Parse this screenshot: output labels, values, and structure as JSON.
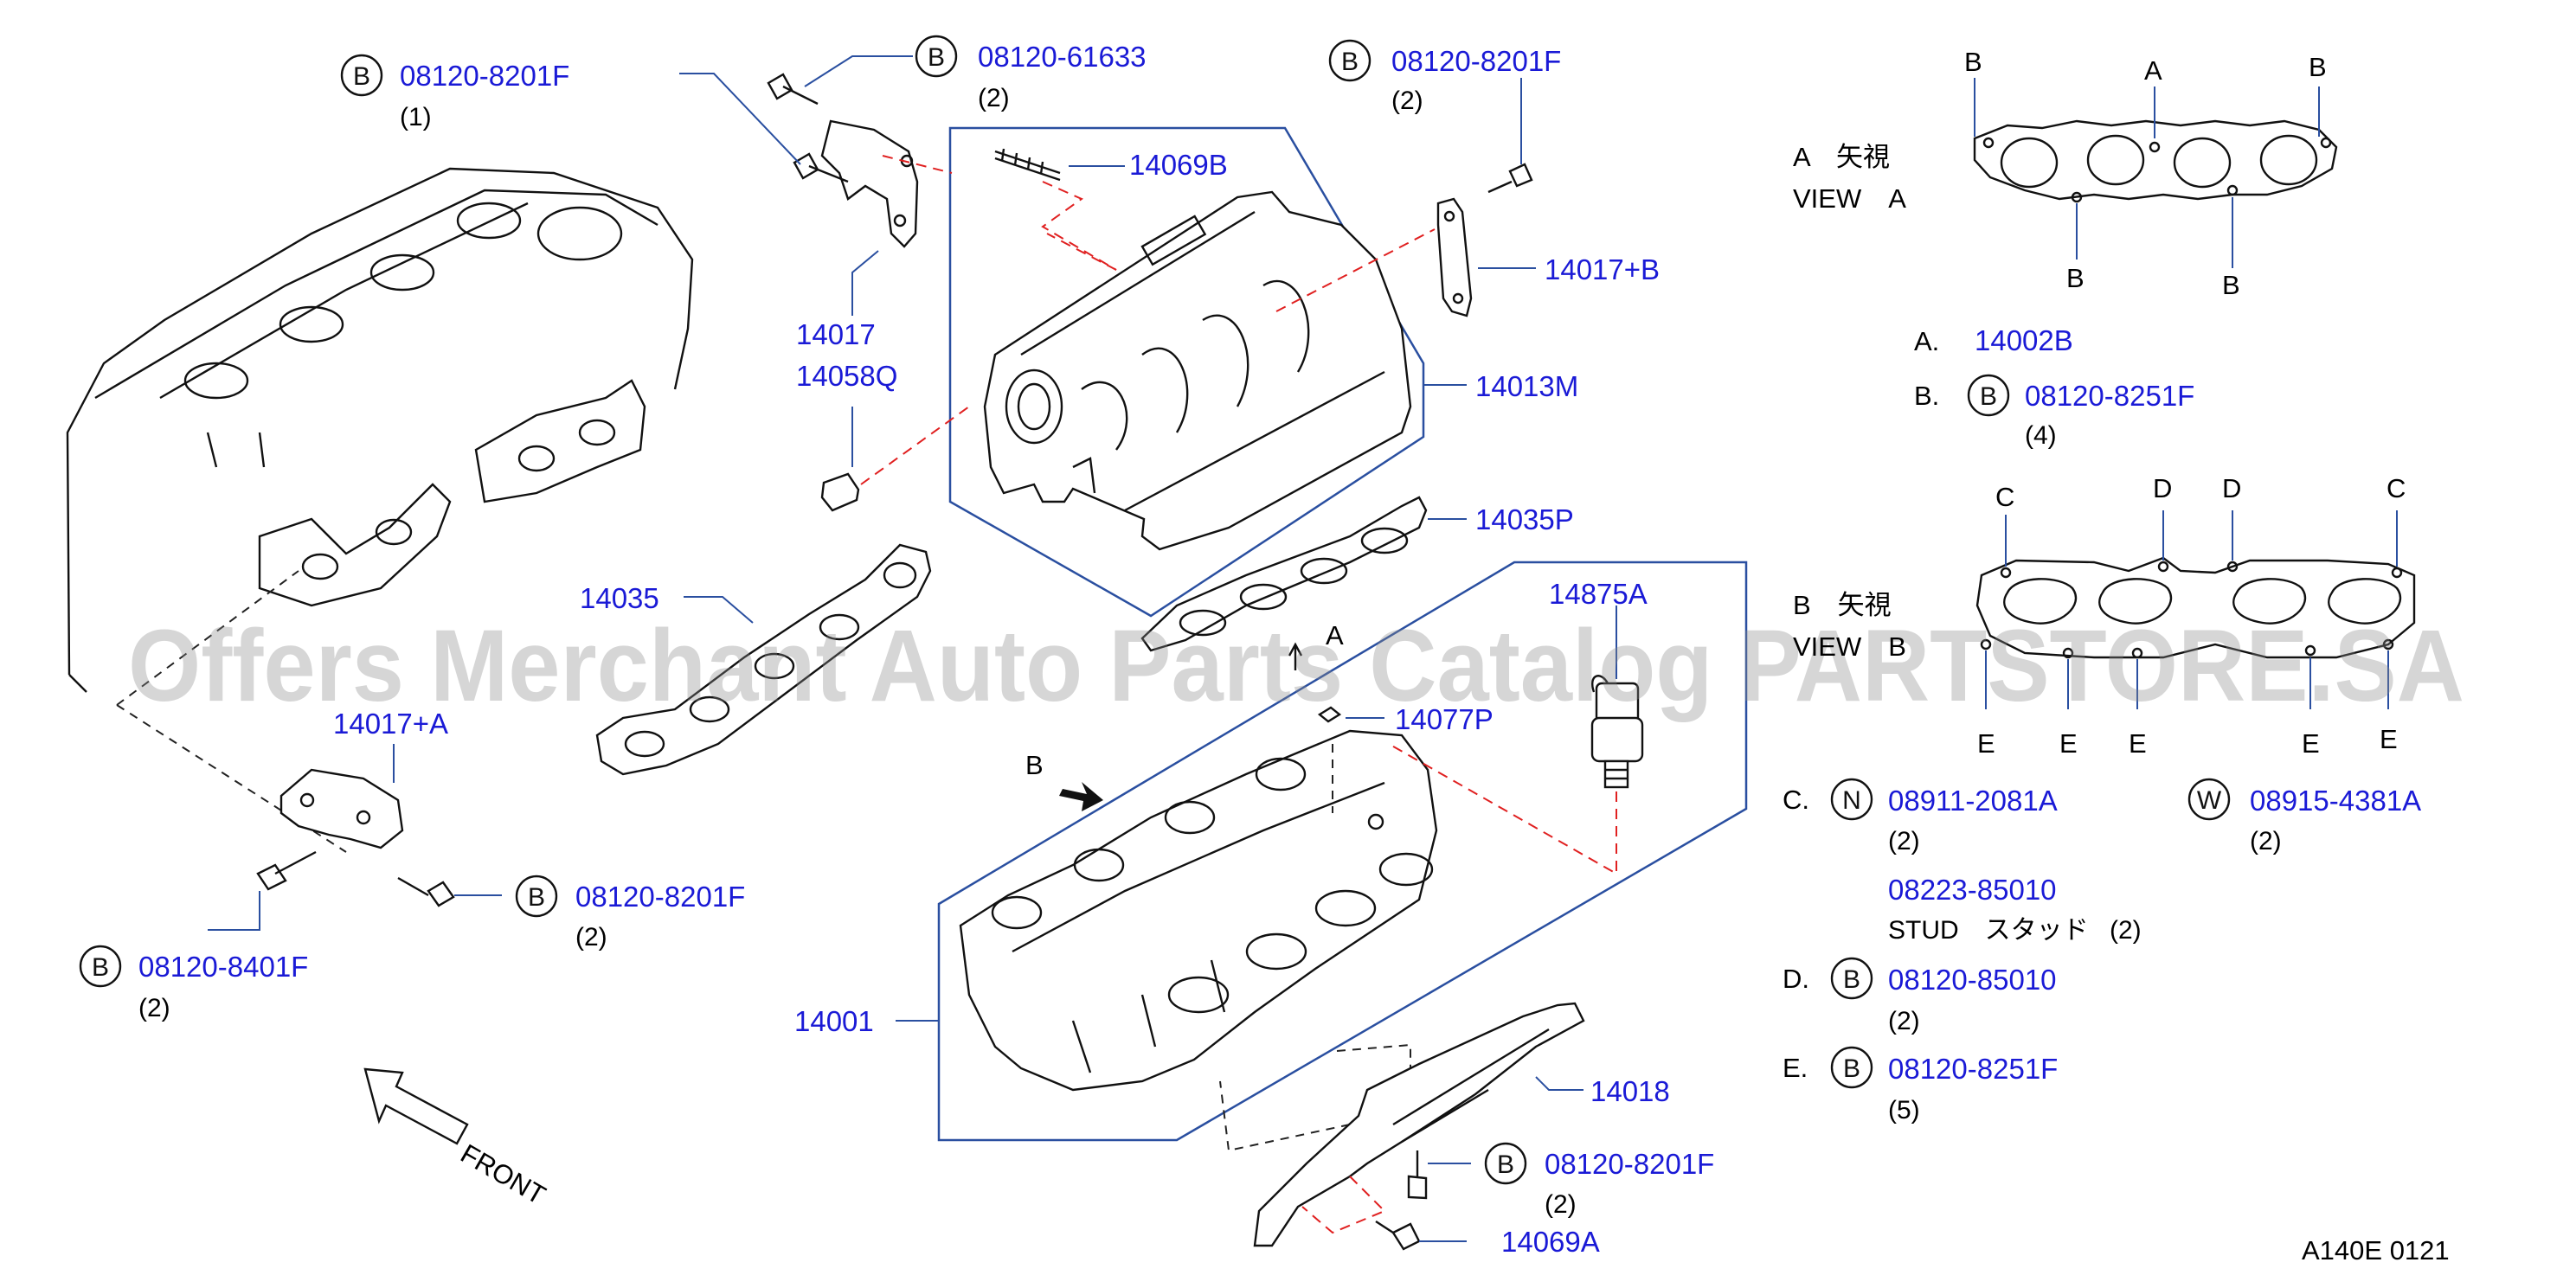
{
  "watermark": "Offers Merchant Auto Parts Catalog PARTSTORE.SA",
  "diagram_code": "A140E  0121",
  "front_label": "FRONT",
  "callouts": {
    "c1": {
      "letter": "B",
      "part": "08120-8201F",
      "qty": "(1)"
    },
    "c2": {
      "letter": "B",
      "part": "08120-61633",
      "qty": "(2)"
    },
    "c3": {
      "letter": "B",
      "part": "08120-8201F",
      "qty": "(2)"
    },
    "c4": {
      "letter": "B",
      "part": "08120-8201F",
      "qty": "(2)"
    },
    "c5": {
      "letter": "B",
      "part": "08120-8401F",
      "qty": "(2)"
    },
    "c6": {
      "letter": "B",
      "part": "08120-8201F",
      "qty": "(2)"
    }
  },
  "parts": {
    "p14069B": "14069B",
    "p14017B": "14017+B",
    "p14017": "14017",
    "p14058Q": "14058Q",
    "p14013M": "14013M",
    "p14035P": "14035P",
    "p14035": "14035",
    "p14875A": "14875A",
    "p14077P": "14077P",
    "p14017A": "14017+A",
    "p14001": "14001",
    "p14018": "14018",
    "p14069A": "14069A"
  },
  "view_markers": {
    "a": "A",
    "b": "B"
  },
  "view_a": {
    "title_jp": "A　矢視",
    "title_en": "VIEW　A",
    "letters": [
      "B",
      "A",
      "B",
      "B",
      "B"
    ]
  },
  "view_b": {
    "title_jp": "B　矢視",
    "title_en": "VIEW　B",
    "letters_top": [
      "C",
      "D",
      "D",
      "C"
    ],
    "letters_bottom": [
      "E",
      "E",
      "E",
      "E",
      "E"
    ]
  },
  "legend": {
    "a": {
      "key": "A.",
      "part": "14002B"
    },
    "b": {
      "key": "B.",
      "letter": "B",
      "part": "08120-8251F",
      "qty": "(4)"
    },
    "c": {
      "key": "C.",
      "letter": "N",
      "part": "08911-2081A",
      "qty": "(2)"
    },
    "w": {
      "letter": "W",
      "part": "08915-4381A",
      "qty": "(2)"
    },
    "stud": {
      "part": "08223-85010",
      "name": "STUD　スタッド",
      "qty": "(2)"
    },
    "d": {
      "key": "D.",
      "letter": "B",
      "part": "08120-85010",
      "qty": "(2)"
    },
    "e": {
      "key": "E.",
      "letter": "B",
      "part": "08120-8251F",
      "qty": "(5)"
    }
  }
}
